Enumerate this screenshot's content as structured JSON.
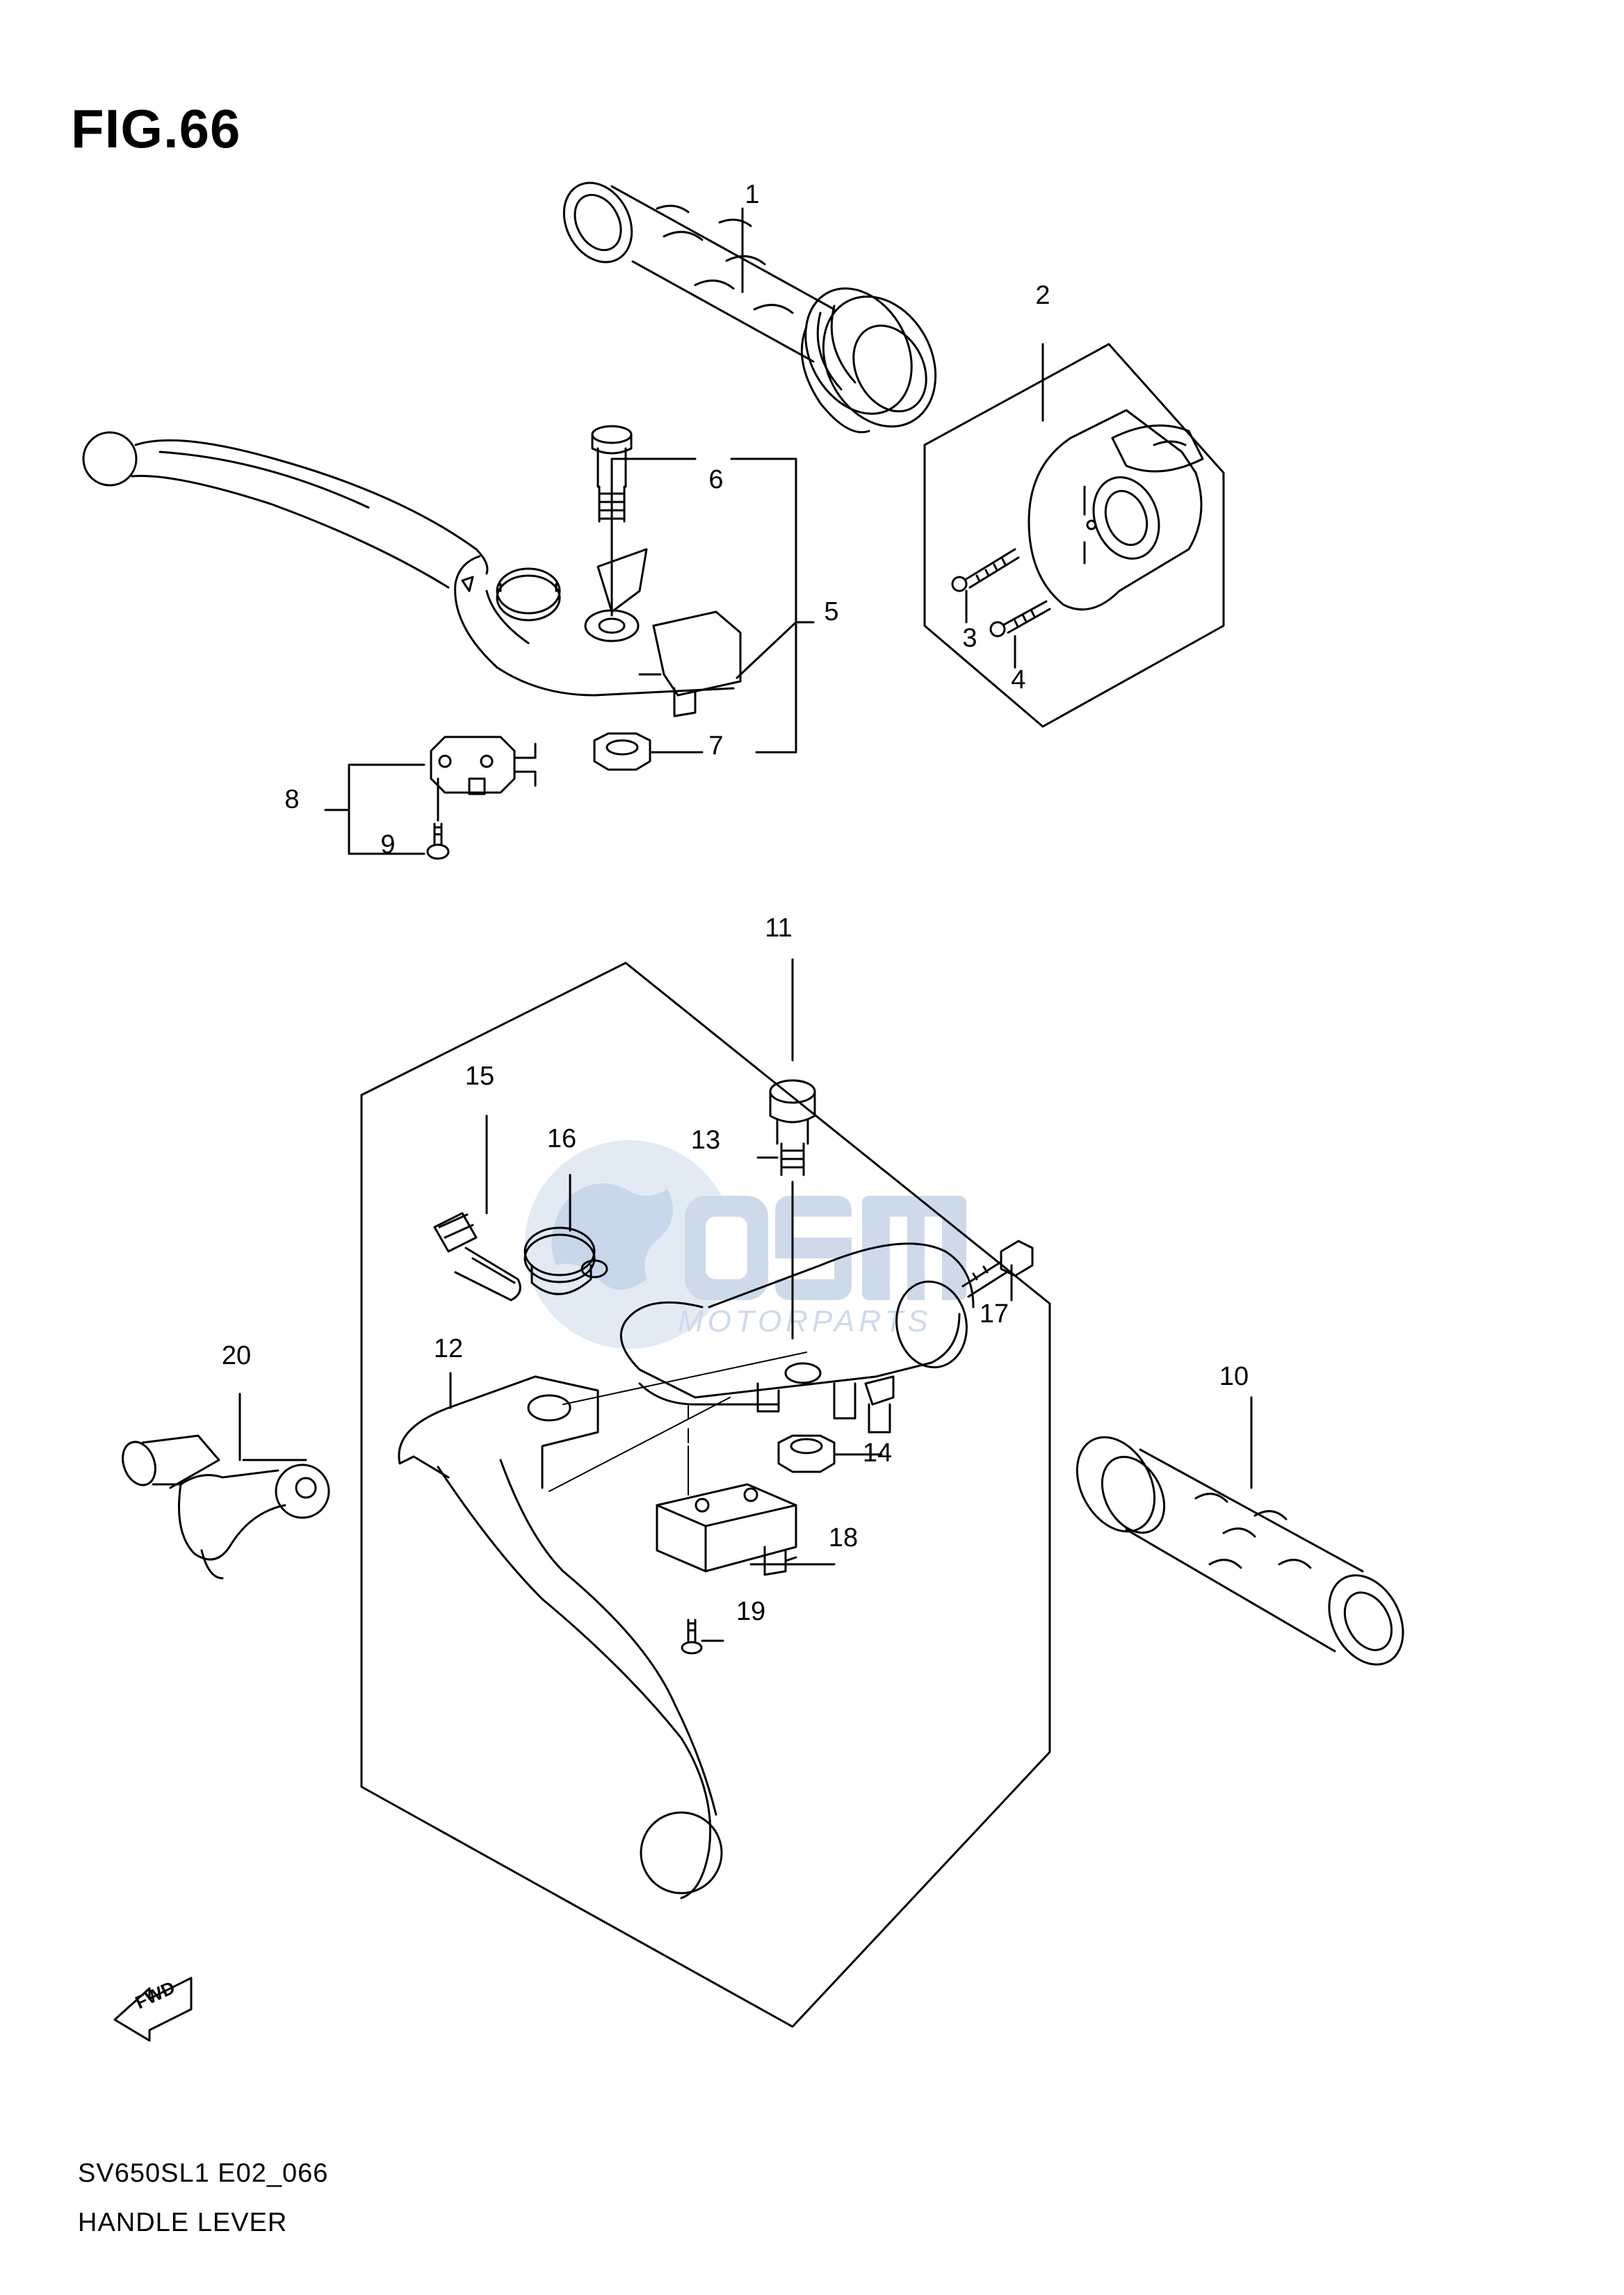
{
  "figure": {
    "title": "FIG.66",
    "model_code": "SV650SL1 E02_066",
    "name": "HANDLE LEVER"
  },
  "callouts": [
    "1",
    "2",
    "3",
    "4",
    "5",
    "6",
    "7",
    "8",
    "9",
    "10",
    "11",
    "12",
    "13",
    "14",
    "15",
    "16",
    "17",
    "18",
    "19",
    "20"
  ],
  "watermark": {
    "brand": "OSM",
    "tagline": "MOTORPARTS",
    "color": "#c9d6e8"
  },
  "direction_marker": "FWD",
  "colors": {
    "line": "#000000",
    "background": "#ffffff"
  }
}
